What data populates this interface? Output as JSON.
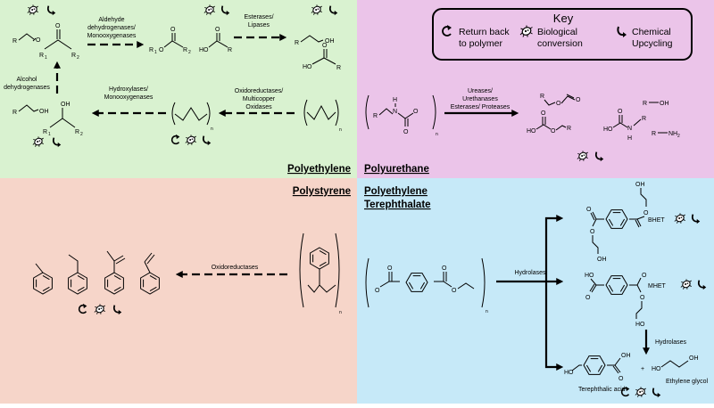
{
  "colors": {
    "polyethylene": "#d9f2d0",
    "polyurethane": "#ebc4e9",
    "polystyrene": "#f6d5c9",
    "pet": "#c6e9f8",
    "ink": "#000000"
  },
  "icons": {
    "return": "return-to-polymer-icon",
    "bio": "microbe-icon",
    "upcycle": "upcycle-arrow-icon"
  },
  "key": {
    "title": "Key",
    "return_l1": "Return back",
    "return_l2": "to polymer",
    "bio_l1": "Biological",
    "bio_l2": "conversion",
    "chem_l1": "Chemical",
    "chem_l2": "Upcycling"
  },
  "sections": {
    "polyethylene": "Polyethylene",
    "polyurethane": "Polyurethane",
    "polystyrene": "Polystyrene",
    "pet_l1": "Polyethylene",
    "pet_l2": "Terephthalate"
  },
  "enzymes": {
    "aldehyde_l1": "Aldehyde",
    "aldehyde_l2": "dehydrogenases/",
    "aldehyde_l3": "Monooxygenases",
    "esterases_l1": "Esterases/",
    "esterases_l2": "Lipases",
    "alcohol_l1": "Alcohol",
    "alcohol_l2": "dehydrogenases",
    "hydroxylases_l1": "Hydroxylases/",
    "hydroxylases_l2": "Monooxygenases",
    "oxidored_l1": "Oxidoreductases/",
    "oxidored_l2": "Multicopper",
    "oxidored_l3": "Oxidases",
    "ureases_l1": "Ureases/",
    "ureases_l2": "Urethanases",
    "ureases_l3": "Esterases/ Proteases",
    "ps_oxidored": "Oxidoreductases",
    "hydrolases": "Hydrolases",
    "hydrolases2": "Hydrolases"
  },
  "molecules": {
    "bhet": "BHET",
    "mhet": "MHET",
    "terephthalic": "Terephthalic acid",
    "ethylene_glycol": "Ethylene glycol",
    "plus": "+"
  },
  "atoms": {
    "R": "R",
    "O": "O",
    "OH": "OH",
    "HO": "HO",
    "N": "N",
    "H": "H",
    "NH2": "NH",
    "two": "2",
    "n": "n",
    "R1": "R",
    "R2": "R",
    "one": "1"
  }
}
